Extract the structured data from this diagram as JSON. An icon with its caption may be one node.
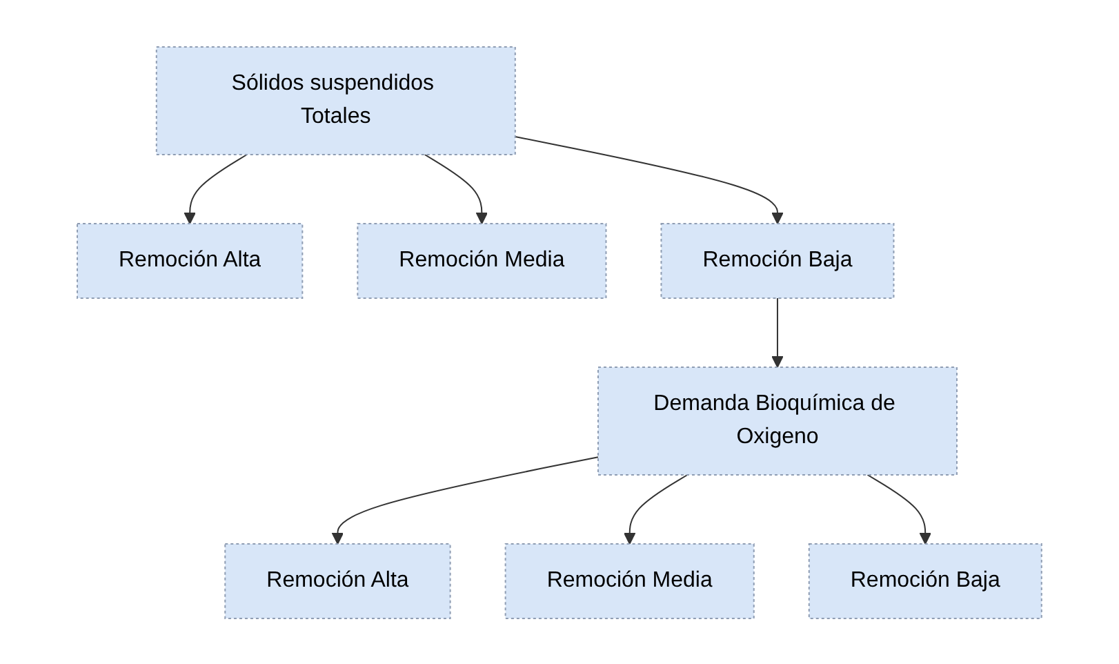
{
  "diagram": {
    "nodes": [
      {
        "text": [
          "Sólidos suspendidos Totales"
        ]
      },
      {
        "text": [
          "Remoción Alta"
        ]
      },
      {
        "text": [
          "Remoción Media"
        ]
      },
      {
        "text": [
          "Remoción Baja"
        ]
      },
      {
        "text": [
          "Demanda Bioquímica de Oxigeno"
        ]
      },
      {
        "text": [
          "Remoción Alta"
        ]
      },
      {
        "text": [
          "Remoción Media"
        ]
      },
      {
        "text": [
          "Remoción Baja"
        ]
      }
    ],
    "edges": [
      {
        "from": 0,
        "to": 1,
        "arrow": "to"
      },
      {
        "from": 0,
        "to": 2,
        "arrow": "to"
      },
      {
        "from": 0,
        "to": 3,
        "arrow": "to"
      },
      {
        "from": 3,
        "to": 4,
        "arrow": "to"
      },
      {
        "from": 4,
        "to": 5,
        "arrow": "to"
      },
      {
        "from": 4,
        "to": 6,
        "arrow": "to"
      },
      {
        "from": 4,
        "to": 7,
        "arrow": "to"
      }
    ]
  }
}
